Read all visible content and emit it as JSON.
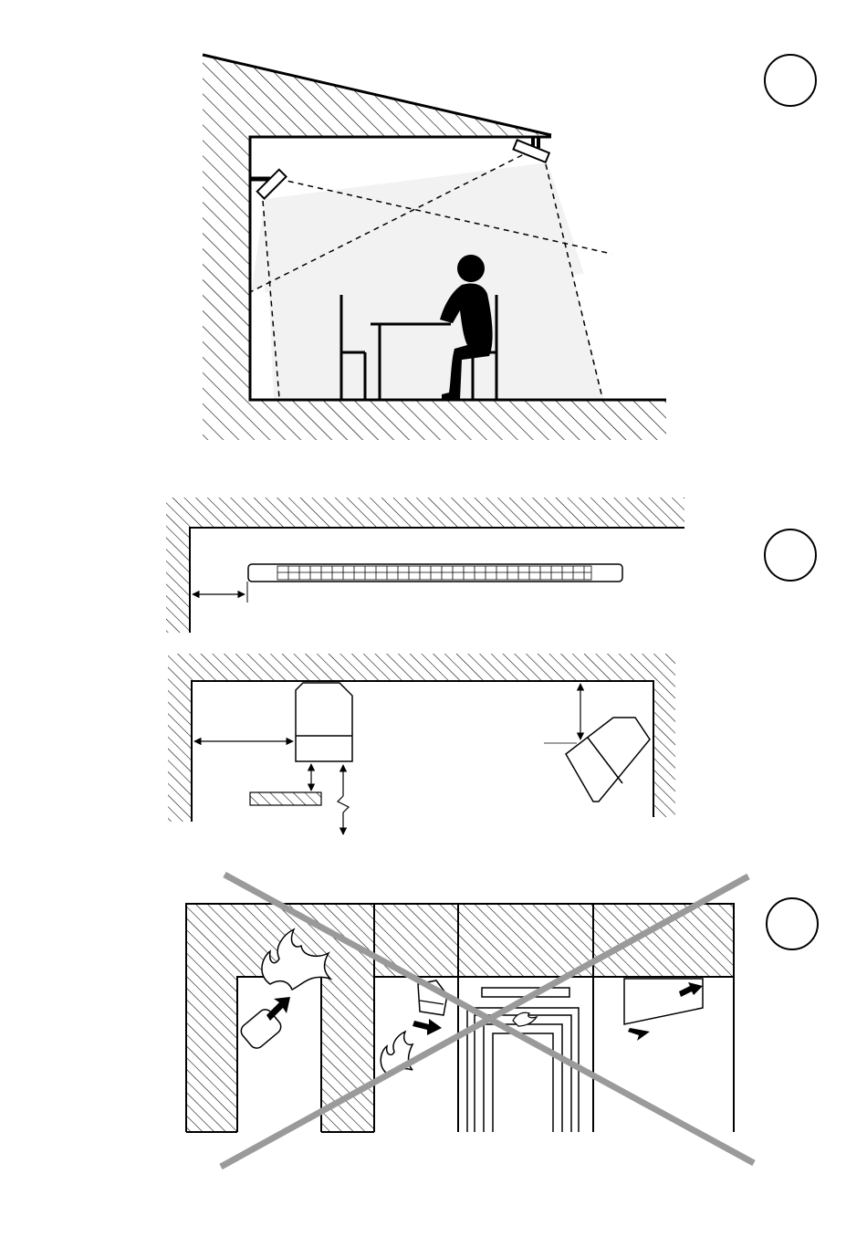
{
  "figures": [
    {
      "id": "fig1",
      "callout": ""
    },
    {
      "id": "fig2",
      "callout": ""
    },
    {
      "id": "fig3",
      "callout": ""
    }
  ],
  "colors": {
    "ink": "#000000",
    "illuminated_area": "#f2f2f2",
    "prohibition_cross": "#9a9a9a"
  },
  "icons": [
    "heater-icon",
    "person-icon",
    "chair-icon",
    "table-icon",
    "flame-icon",
    "arrow-icon",
    "prohibition-cross-icon"
  ]
}
